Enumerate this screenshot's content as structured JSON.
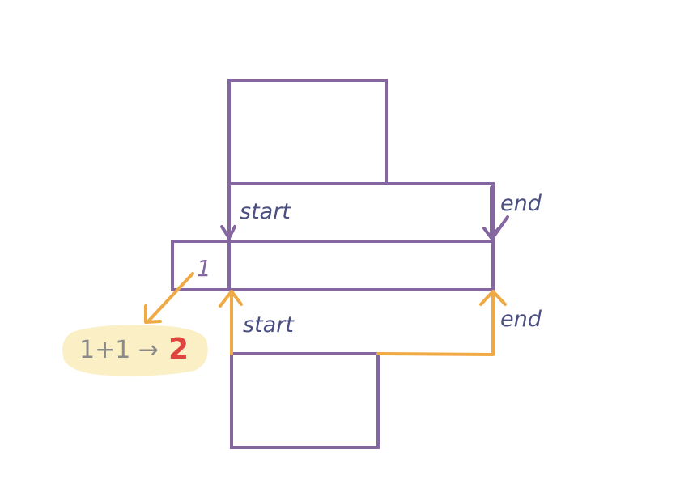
{
  "labels": {
    "start_top": "start",
    "end_top": "end",
    "start_bottom": "start",
    "end_bottom": "end",
    "count": "1",
    "note_expression": "1+1 →",
    "note_result": "2"
  },
  "colors": {
    "box_stroke": "#8466a0",
    "arrow_purple": "#8466a0",
    "arrow_orange": "#f0aa45",
    "label_text": "#4a4f80",
    "note_text": "#8a8a8a",
    "note_result": "#e0443e",
    "highlight": "#fbefc6"
  }
}
